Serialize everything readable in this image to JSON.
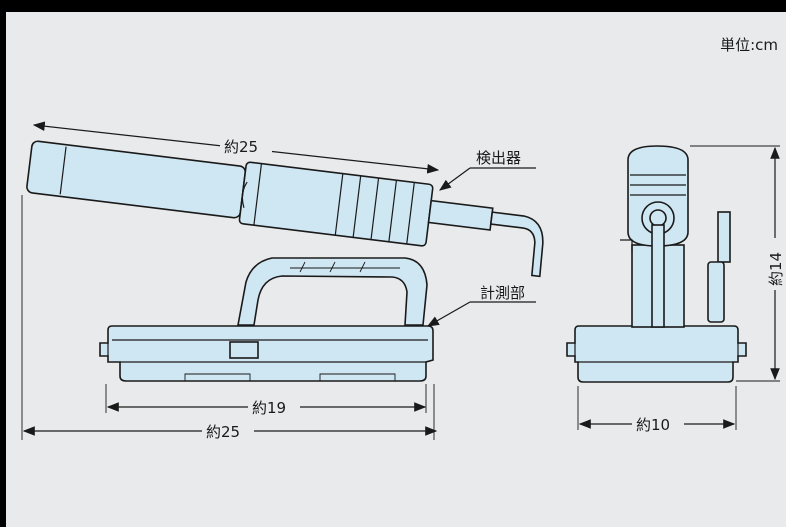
{
  "unit_label": "単位:cm",
  "labels": {
    "detector": "検出器",
    "meter": "計測部",
    "probe_length": "約25",
    "base_length": "約19",
    "total_length": "約25",
    "side_width": "約10",
    "side_height": "約14"
  },
  "colors": {
    "background": "#e9eaec",
    "body_fill": "#cfe6f3",
    "outline": "#1a1a1a",
    "frame": "#000000"
  }
}
